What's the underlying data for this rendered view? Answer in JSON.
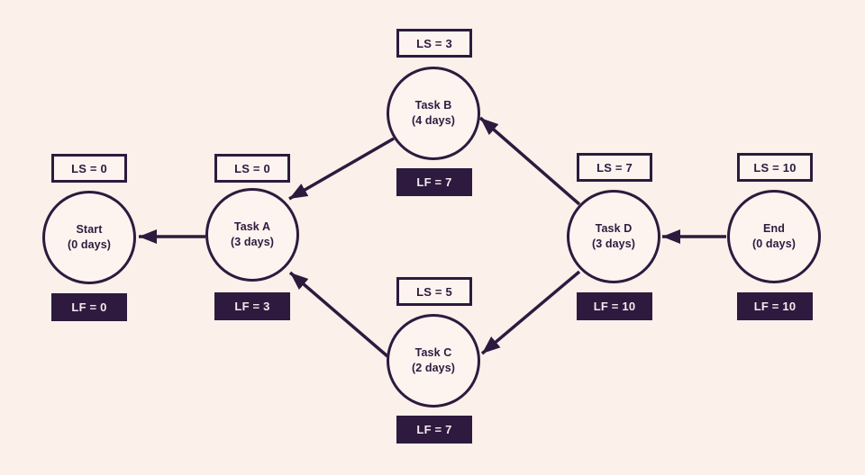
{
  "diagram": {
    "kind": "project-network-backward-pass",
    "colors": {
      "background": "#fbf0ea",
      "ink": "#2e1a3e",
      "node_fill": "#fdf4f0",
      "lf_text": "#f3eaec"
    },
    "nodes": [
      {
        "id": "start",
        "label": "Start",
        "duration": "(0 days)",
        "ls": "LS = 0",
        "lf": "LF = 0"
      },
      {
        "id": "task-a",
        "label": "Task A",
        "duration": "(3 days)",
        "ls": "LS = 0",
        "lf": "LF = 3"
      },
      {
        "id": "task-b",
        "label": "Task B",
        "duration": "(4 days)",
        "ls": "LS = 3",
        "lf": "LF = 7"
      },
      {
        "id": "task-c",
        "label": "Task C",
        "duration": "(2 days)",
        "ls": "LS = 5",
        "lf": "LF = 7"
      },
      {
        "id": "task-d",
        "label": "Task D",
        "duration": "(3 days)",
        "ls": "LS = 7",
        "lf": "LF = 10"
      },
      {
        "id": "end",
        "label": "End",
        "duration": "(0 days)",
        "ls": "LS = 10",
        "lf": "LF = 10"
      }
    ],
    "edges": [
      {
        "from": "Task A",
        "to": "Start"
      },
      {
        "from": "Task B",
        "to": "Task A"
      },
      {
        "from": "Task C",
        "to": "Task A"
      },
      {
        "from": "Task D",
        "to": "Task B"
      },
      {
        "from": "Task D",
        "to": "Task C"
      },
      {
        "from": "End",
        "to": "Task D"
      }
    ]
  }
}
